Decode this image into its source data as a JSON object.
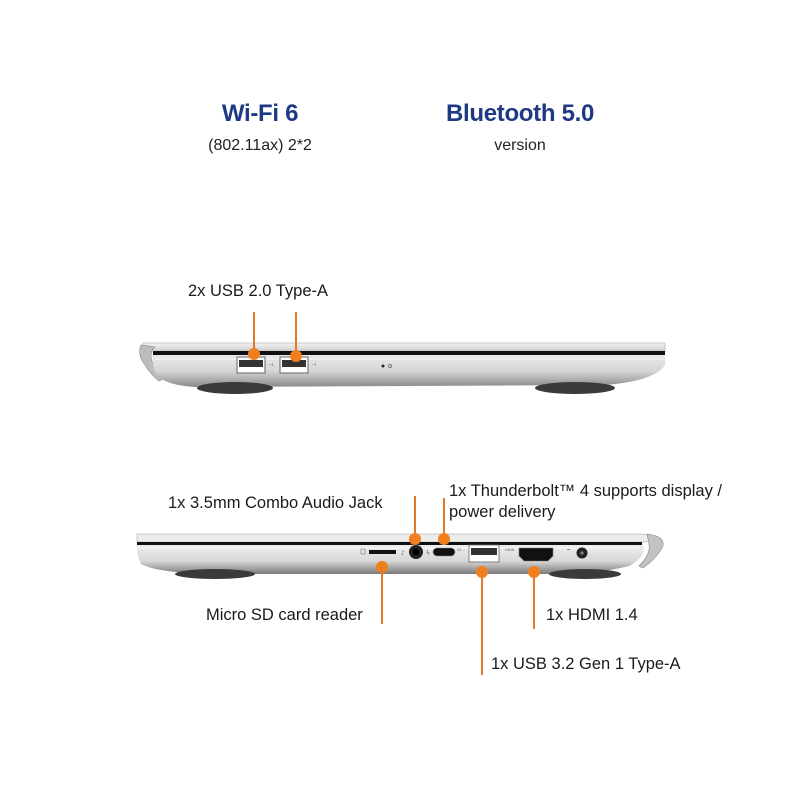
{
  "specs": [
    {
      "title": "Wi-Fi 6",
      "subtitle": "(802.11ax) 2*2"
    },
    {
      "title": "Bluetooth 5.0",
      "subtitle": "version"
    }
  ],
  "left_side": {
    "labels": {
      "usb2": "2x USB 2.0 Type-A"
    }
  },
  "right_side": {
    "labels": {
      "audio": "1x 3.5mm Combo Audio Jack",
      "thunderbolt_line1": "1x Thunderbolt™ 4 supports display /",
      "thunderbolt_line2": "power delivery",
      "microsd": "Micro SD card reader",
      "hdmi": "1x HDMI 1.4",
      "usb3": "1x USB 3.2 Gen 1 Type-A"
    }
  },
  "colors": {
    "title_blue": "#1f3a84",
    "callout_orange": "#f07f1e",
    "text": "#1a1a1a"
  }
}
